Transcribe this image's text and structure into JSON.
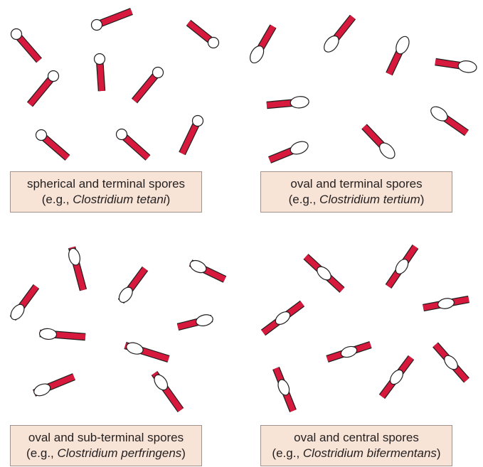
{
  "colors": {
    "rod": "#d6193c",
    "spore": "#ffffff",
    "outline": "#231f20",
    "label_bg": "#f8e4d6",
    "label_border": "#a1928b"
  },
  "panels": [
    {
      "id": "spherical-terminal",
      "label_line1": "spherical and terminal spores",
      "example_prefix": "(e.g., ",
      "example_species": "Clostridium tetani",
      "example_suffix": ")",
      "spore_shape": "spherical",
      "spore_position": "terminal"
    },
    {
      "id": "oval-terminal",
      "label_line1": "oval and terminal spores",
      "example_prefix": "(e.g., ",
      "example_species": "Clostridium tertium",
      "example_suffix": ")",
      "spore_shape": "oval",
      "spore_position": "terminal"
    },
    {
      "id": "oval-subterminal",
      "label_line1": "oval and sub-terminal spores",
      "example_prefix": "(e.g., ",
      "example_species": "Clostridium perfringens",
      "example_suffix": ")",
      "spore_shape": "oval",
      "spore_position": "sub-terminal"
    },
    {
      "id": "oval-central",
      "label_line1": "oval and central spores",
      "example_prefix": "(e.g., ",
      "example_species": "Clostridium bifermentans",
      "example_suffix": ")",
      "spore_shape": "oval",
      "spore_position": "central"
    }
  ]
}
